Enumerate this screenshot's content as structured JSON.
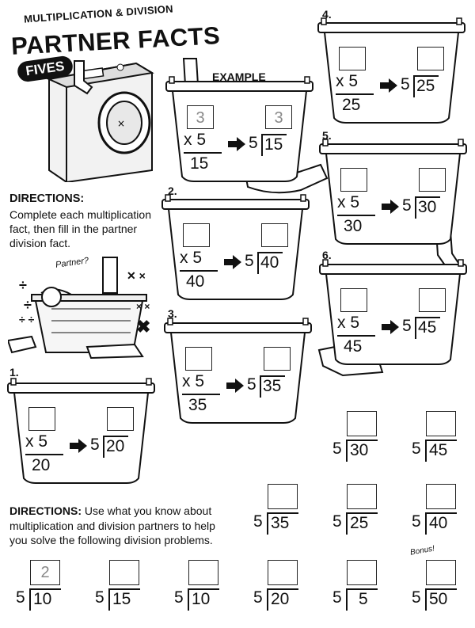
{
  "header": {
    "subtitle": "MULTIPLICATION & DIVISION",
    "title": "PARTNER FACTS",
    "badge": "FIVES"
  },
  "directions1": {
    "label": "DIRECTIONS:",
    "text_line1": "Complete each multiplication",
    "text_line2": "fact, then fill in the partner",
    "text_line3": "division fact."
  },
  "example_label": "EXAMPLE",
  "partner_note": "Partner?",
  "baskets": [
    {
      "label": "",
      "factor": "x 5",
      "product": "15",
      "divisor": "5",
      "dividend": "15",
      "ans_top": "3",
      "ans_div": "3"
    },
    {
      "label": "1.",
      "factor": "x 5",
      "product": "20",
      "divisor": "5",
      "dividend": "20",
      "ans_top": "",
      "ans_div": ""
    },
    {
      "label": "2.",
      "factor": "x 5",
      "product": "40",
      "divisor": "5",
      "dividend": "40",
      "ans_top": "",
      "ans_div": ""
    },
    {
      "label": "3.",
      "factor": "x 5",
      "product": "35",
      "divisor": "5",
      "dividend": "35",
      "ans_top": "",
      "ans_div": ""
    },
    {
      "label": "4.",
      "factor": "x 5",
      "product": "25",
      "divisor": "5",
      "dividend": "25",
      "ans_top": "",
      "ans_div": ""
    },
    {
      "label": "5.",
      "factor": "x 5",
      "product": "30",
      "divisor": "5",
      "dividend": "30",
      "ans_top": "",
      "ans_div": ""
    },
    {
      "label": "6.",
      "factor": "x 5",
      "product": "45",
      "divisor": "5",
      "dividend": "45",
      "ans_top": "",
      "ans_div": ""
    }
  ],
  "directions2": {
    "label": "DIRECTIONS:",
    "text_line1": " Use what you know about",
    "text_line2": "multiplication and division partners to help",
    "text_line3": "you solve the following division problems."
  },
  "bonus_label": "Bonus!",
  "problems": [
    {
      "divisor": "5",
      "dividend": "30",
      "answer": ""
    },
    {
      "divisor": "5",
      "dividend": "45",
      "answer": ""
    },
    {
      "divisor": "5",
      "dividend": "35",
      "answer": ""
    },
    {
      "divisor": "5",
      "dividend": "25",
      "answer": ""
    },
    {
      "divisor": "5",
      "dividend": "40",
      "answer": ""
    },
    {
      "divisor": "5",
      "dividend": "10",
      "answer": "2"
    },
    {
      "divisor": "5",
      "dividend": "15",
      "answer": ""
    },
    {
      "divisor": "5",
      "dividend": "10",
      "answer": ""
    },
    {
      "divisor": "5",
      "dividend": "20",
      "answer": ""
    },
    {
      "divisor": "5",
      "dividend": "5",
      "answer": ""
    },
    {
      "divisor": "5",
      "dividend": "50",
      "answer": ""
    }
  ]
}
